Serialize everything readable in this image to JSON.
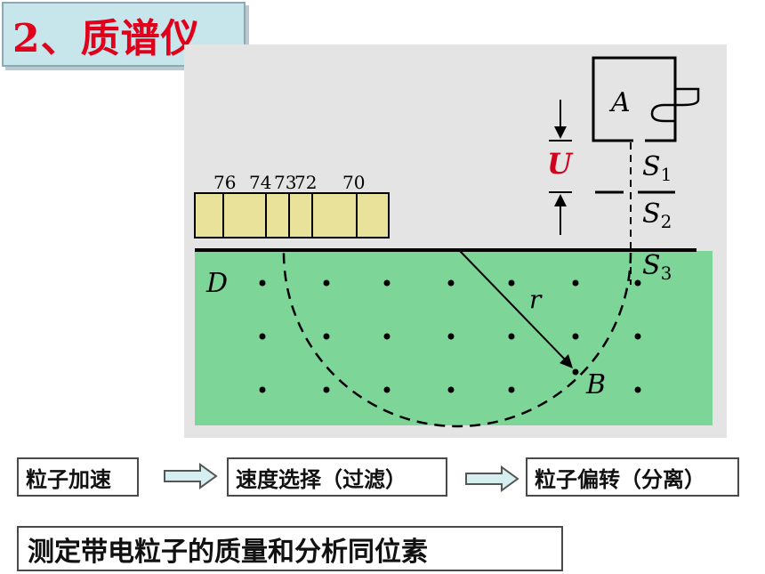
{
  "title": "2、质谱仪",
  "diagram": {
    "scale_labels": [
      "76",
      "74",
      "73",
      "72",
      "70"
    ],
    "label_A": "A",
    "label_U": "U",
    "label_S1": "S",
    "label_S1_sub": "1",
    "label_S2": "S",
    "label_S2_sub": "2",
    "label_S3": "S",
    "label_S3_sub": "3",
    "label_D": "D",
    "label_r": "r",
    "label_B": "B",
    "colors": {
      "panel": "#e4e4e4",
      "field": "#7ed598",
      "detector": "#e9e29a",
      "voltage": "#d0021b"
    }
  },
  "flow": {
    "step1": "粒子加速",
    "step2": "速度选择（过滤）",
    "step3": "粒子偏转（分离）"
  },
  "conclusion": "测定带电粒子的质量和分析同位素"
}
